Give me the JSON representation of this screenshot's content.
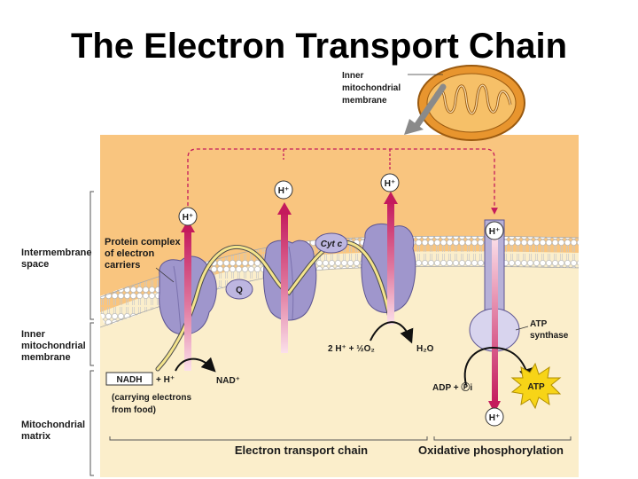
{
  "slide": {
    "title": "The Electron Transport Chain"
  },
  "mito_label": [
    "Inner",
    "mitochondrial",
    "membrane"
  ],
  "regions": {
    "intermembrane": [
      "Intermembrane",
      "space"
    ],
    "inner_membrane": [
      "Inner",
      "mitochondrial",
      "membrane"
    ],
    "matrix": [
      "Mitochondrial",
      "matrix"
    ]
  },
  "labels": {
    "protein_complex": [
      "Protein complex",
      "of electron",
      "carriers"
    ],
    "q": "Q",
    "cyt_c": "Cyt c",
    "h_plus": "H⁺",
    "reaction": "2 H⁺ + ½O₂",
    "water": "H₂O",
    "nadh": "NADH",
    "nadh_rest": "+ H⁺",
    "nad": "NAD⁺",
    "carrying": [
      "(carrying electrons",
      "from food)"
    ],
    "atp_synthase": [
      "ATP",
      "synthase"
    ],
    "adp": "ADP + Ⓟi",
    "atp": "ATP",
    "etc": "Electron transport chain",
    "oxphos": "Oxidative phosphorylation"
  },
  "colors": {
    "intermembrane_bg": "#f9c57f",
    "matrix_bg": "#fbeecb",
    "protein": "#9f96cc",
    "arrow": "#c41a5c",
    "mitochondrion": "#e8952e"
  }
}
